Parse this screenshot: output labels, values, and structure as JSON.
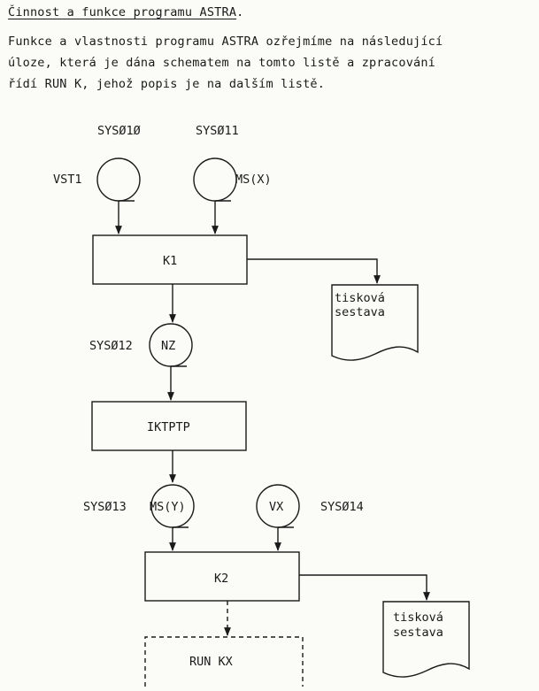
{
  "heading": "Činnost a funkce programu ASTRA",
  "heading_suffix": ".",
  "intro_lines": [
    "Funkce a vlastnosti programu ASTRA ozřejmíme na následující",
    "úloze, která je dána schematem na tomto listě a zpracování",
    "řídí RUN K, jehož popis je na dalším listě."
  ],
  "diagram": {
    "devices": {
      "sys010": "SYSØ1Ø",
      "sys011": "SYSØ11",
      "sys012": "SYSØ12",
      "sys013": "SYSØ13",
      "sys014": "SYSØ14"
    },
    "files": {
      "vst1": "VST1",
      "ms_x": "MS(X)",
      "nz": "NZ",
      "ms_y": "MS(Y)",
      "vx": "VX"
    },
    "programs": {
      "k1": "K1",
      "iktptp": "IKTPTP",
      "k2": "K2",
      "run_kx": "RUN KX"
    },
    "reports": {
      "report1_line1": "tisková",
      "report1_line2": "sestava",
      "report2_line1": "tisková",
      "report2_line2": "sestava"
    }
  },
  "colors": {
    "ink": "#1a1a1a",
    "paper": "#fbfbf8"
  }
}
